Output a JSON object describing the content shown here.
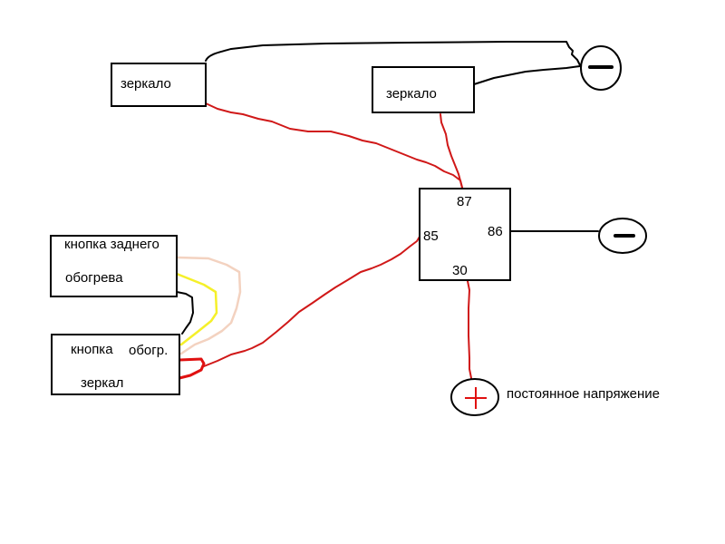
{
  "diagram": {
    "title": "",
    "colors": {
      "wire_red": "#e01010",
      "wire_black": "#000000",
      "wire_yellow": "#f5f02a",
      "wire_peach": "#f3d2c0",
      "plus_sign": "#e01010"
    },
    "components": {
      "mirror_left": {
        "label": "зеркало"
      },
      "mirror_right": {
        "label": "зеркало"
      },
      "rear_heat_button": {
        "label_line1": "кнопка заднего",
        "label_line2": "обогрева"
      },
      "mirror_heat_button": {
        "label_line1a": "кнопка",
        "label_line1b": "обогр.",
        "label_line2": "зеркал"
      },
      "relay": {
        "pins": {
          "87": "87",
          "86": "86",
          "85": "85",
          "30": "30"
        }
      },
      "ground_top": {
        "symbol": "−",
        "icon": "minus-icon"
      },
      "ground_relay": {
        "symbol": "−",
        "icon": "minus-icon"
      },
      "power_plus": {
        "symbol": "+",
        "icon": "plus-icon",
        "label": "постоянное напряжение"
      }
    },
    "connections": [
      {
        "from": "mirror_left",
        "to": "ground_top",
        "color": "black"
      },
      {
        "from": "mirror_right",
        "to": "ground_top",
        "color": "black"
      },
      {
        "from": "mirror_left",
        "to": "relay.87",
        "color": "red"
      },
      {
        "from": "mirror_right",
        "to": "relay.87",
        "color": "red"
      },
      {
        "from": "relay.86",
        "to": "ground_relay",
        "color": "black"
      },
      {
        "from": "relay.30",
        "to": "power_plus",
        "color": "red"
      },
      {
        "from": "mirror_heat_button",
        "to": "relay.85",
        "color": "red"
      },
      {
        "from": "rear_heat_button",
        "to": "mirror_heat_button",
        "color": "black"
      },
      {
        "from": "rear_heat_button",
        "to": "mirror_heat_button",
        "color": "yellow"
      },
      {
        "from": "rear_heat_button",
        "to": "mirror_heat_button",
        "color": "peach"
      }
    ]
  }
}
